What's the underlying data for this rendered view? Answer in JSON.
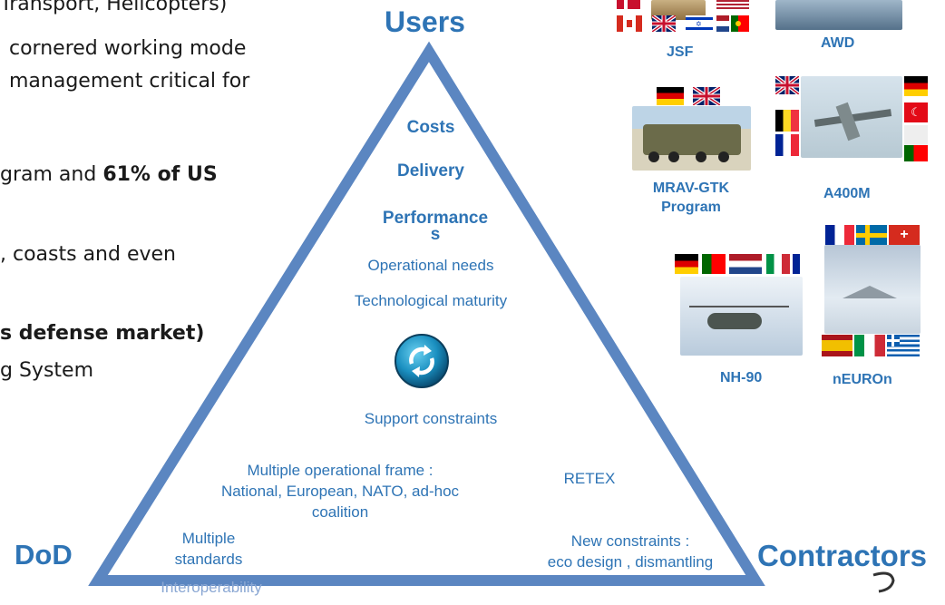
{
  "left_text": {
    "line1": "Transport, Helicopters)",
    "line2": "cornered working mode",
    "line3": "management critical for",
    "line4a": "gram and ",
    "line4b": "61%  of  US",
    "line5": ", coasts and even",
    "line6": "s defense market)",
    "line7": "g System"
  },
  "triangle": {
    "users_label": "Users",
    "dod_label": "DoD",
    "contractors_label": "Contractors",
    "costs": "Costs",
    "delivery": "Delivery",
    "performances_line1": "Performance",
    "performances_line2": "s",
    "operational_needs": "Operational needs",
    "technological_maturity": "Technological maturity",
    "support_constraints": "Support constraints",
    "multiple_frame": "Multiple operational frame :",
    "multiple_frame_line2": "National, European, NATO, ad-hoc",
    "multiple_frame_line3": "coalition",
    "retex": "RETEX",
    "multiple_standards_1": "Multiple",
    "multiple_standards_2": "standards",
    "interoperability": "Interoperability",
    "new_constraints_1": "New constraints :",
    "new_constraints_2": "eco design , dismantling",
    "cycle_icon": "cycle-icon"
  },
  "programs": {
    "jsf": "JSF",
    "awd": "AWD",
    "mrav_line1": "MRAV-GTK",
    "mrav_line2": "Program",
    "a400m": "A400M",
    "nh90": "NH-90",
    "neuron": "nEUROn"
  },
  "colors": {
    "accent": "#2e74b5",
    "triangle_stroke": "#5b86c1"
  }
}
